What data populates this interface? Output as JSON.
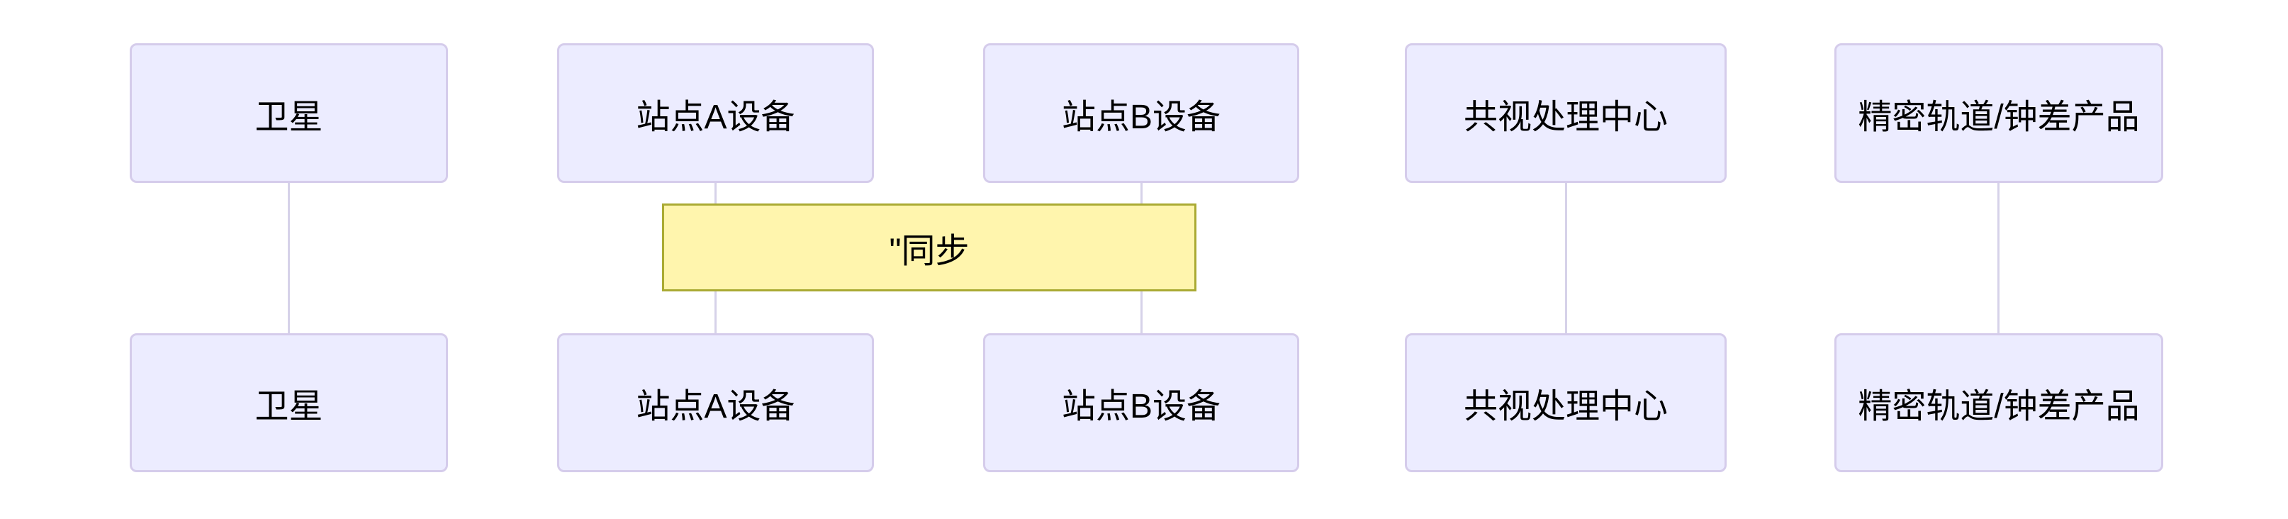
{
  "diagram": {
    "type": "sequence-diagram",
    "actors": [
      {
        "id": "satellite",
        "label": "卫星"
      },
      {
        "id": "station-a",
        "label": "站点A设备"
      },
      {
        "id": "station-b",
        "label": "站点B设备"
      },
      {
        "id": "common-view-center",
        "label": "共视处理中心"
      },
      {
        "id": "orbit-clock-products",
        "label": "精密轨道/钟差产品"
      }
    ],
    "note": {
      "text": "\"同步",
      "over": [
        "station-a",
        "station-b"
      ]
    },
    "colors": {
      "background": "#FFFFFF",
      "actor_fill": "#ECECFF",
      "actor_border": "#D5CCEB",
      "lifeline": "#D6D2E9",
      "note_fill": "#FFF5AD",
      "note_border": "#AAAA33",
      "text": "#000000"
    }
  }
}
